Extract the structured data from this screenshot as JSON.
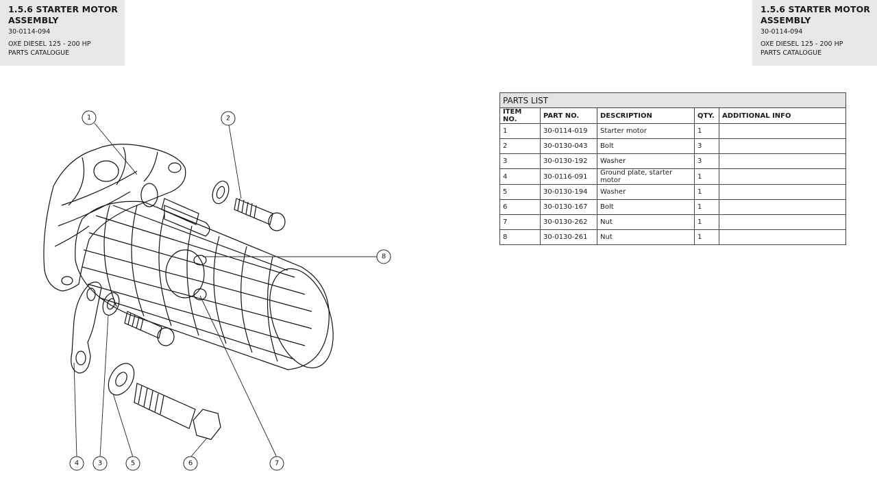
{
  "header_left": {
    "title_line1": "1.5.6 STARTER MOTOR",
    "title_line2": "ASSEMBLY",
    "code": "30-0114-094",
    "subtitle_line1": "OXE DIESEL 125 - 200 HP",
    "subtitle_line2": "PARTS CATALOGUE"
  },
  "header_right": {
    "title_line1": "1.5.6 STARTER MOTOR",
    "title_line2": "ASSEMBLY",
    "code": "30-0114-094",
    "subtitle_line1": "OXE DIESEL 125 - 200 HP",
    "subtitle_line2": "PARTS CATALOGUE"
  },
  "parts_list": {
    "title": "PARTS LIST",
    "headers": [
      "ITEM NO.",
      "PART NO.",
      "DESCRIPTION",
      "QTY.",
      "ADDITIONAL INFO"
    ],
    "rows": [
      {
        "item": "1",
        "part": "30-0114-019",
        "desc": "Starter motor",
        "qty": "1",
        "info": ""
      },
      {
        "item": "2",
        "part": "30-0130-043",
        "desc": "Bolt",
        "qty": "3",
        "info": ""
      },
      {
        "item": "3",
        "part": "30-0130-192",
        "desc": "Washer",
        "qty": "3",
        "info": ""
      },
      {
        "item": "4",
        "part": "30-0116-091",
        "desc": "Ground plate, starter motor",
        "qty": "1",
        "info": ""
      },
      {
        "item": "5",
        "part": "30-0130-194",
        "desc": "Washer",
        "qty": "1",
        "info": ""
      },
      {
        "item": "6",
        "part": "30-0130-167",
        "desc": "Bolt",
        "qty": "1",
        "info": ""
      },
      {
        "item": "7",
        "part": "30-0130-262",
        "desc": "Nut",
        "qty": "1",
        "info": ""
      },
      {
        "item": "8",
        "part": "30-0130-261",
        "desc": "Nut",
        "qty": "1",
        "info": ""
      }
    ]
  },
  "callouts": [
    "1",
    "2",
    "3",
    "4",
    "5",
    "6",
    "7",
    "8"
  ]
}
